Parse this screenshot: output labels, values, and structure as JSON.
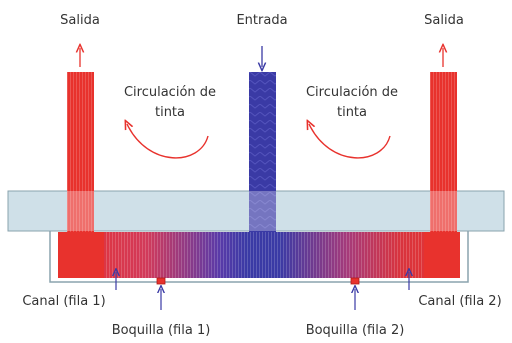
{
  "labels": {
    "outlet_left": "Salida",
    "inlet": "Entrada",
    "outlet_right": "Salida",
    "circulation_left_line1": "Circulación de",
    "circulation_left_line2": "tinta",
    "circulation_right_line1": "Circulación de",
    "circulation_right_line2": "tinta",
    "channel_left": "Canal (fila 1)",
    "channel_right": "Canal (fila 2)",
    "nozzle_left": "Boquilla (fila 1)",
    "nozzle_right": "Boquilla (fila 2)"
  },
  "colors": {
    "hot_ink": "#e8322d",
    "cold_ink": "#3a3aa5",
    "manifold_plate": "#cfe0e8",
    "plate_border": "#8aa3ae",
    "flow_arrow": "#e8322d",
    "inlet_arrow": "#3a3aa5",
    "pointer_arrow": "#3a3aa5"
  }
}
